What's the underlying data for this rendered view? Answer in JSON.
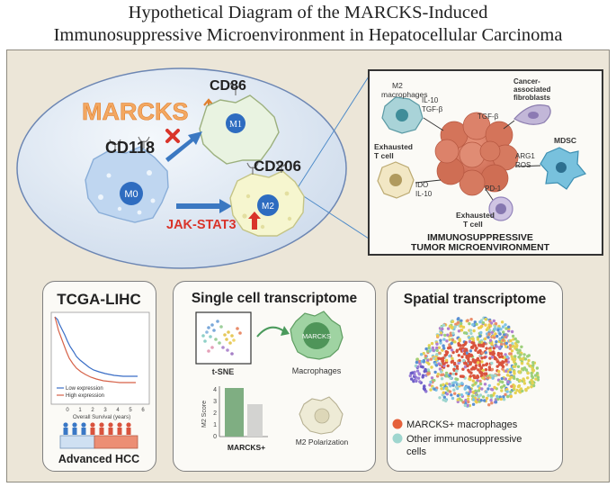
{
  "title_line1": "Hypothetical Diagram of the MARCKS-Induced",
  "title_line2": "Immunosuppressive Microenvironment in Hepatocellular Carcinoma",
  "top": {
    "marcks_label": "MARCKS",
    "cd86": "CD86",
    "cd118": "CD118",
    "cd206": "CD206",
    "m0": "M0",
    "m1": "M1",
    "m2": "M2",
    "jak_stat3": "JAK-STAT3"
  },
  "tme": {
    "m2_macrophages": [
      "M2",
      "macrophages"
    ],
    "caf": [
      "Cancer-",
      "associated",
      "fibroblasts"
    ],
    "il10_tgfb": [
      "IL-10",
      "TGF-β"
    ],
    "tgfb": "TGF-β",
    "exhausted_t_cell_left": [
      "Exhausted",
      "T cell"
    ],
    "mdsc": "MDSC",
    "arg1_ros": [
      "ARG1",
      "ROS"
    ],
    "ido_il10": [
      "IDO",
      "IL-10"
    ],
    "pd1": "PD-1",
    "exhausted_t_cell_bottom": [
      "Exhausted",
      "T cell"
    ],
    "caption": [
      "IMMUNOSUPPRESSIVE",
      "TUMOR MICROENVIRONMENT"
    ]
  },
  "tcga": {
    "title": "TCGA-LIHC",
    "legend_low": "Low expression",
    "legend_high": "High expression",
    "x_ticks": [
      "0",
      "1",
      "2",
      "3",
      "4",
      "5",
      "6"
    ],
    "xlabel": "Overall Survival (years)",
    "footer": "Advanced HCC"
  },
  "single_cell": {
    "title": "Single cell transcriptome",
    "tsne": "t-SNE",
    "marcks_cell": "MARCKS",
    "macrophages": "Macrophages",
    "y_ticks": [
      "4",
      "3",
      "2",
      "1",
      "0"
    ],
    "ylabel": "M2 Score",
    "bar_label": "MARCKS+",
    "m2_polarization": "M2 Polarization",
    "colors": {
      "marcks_bar": "#7fae82",
      "other_bar": "#d3d3d1"
    }
  },
  "spatial": {
    "title": "Spatial transcriptome",
    "legend1": "MARCKS+ macrophages",
    "legend2_line1": "Other immunosuppressive",
    "legend2_line2": "cells",
    "colors": {
      "marcks": "#e5603a",
      "other": "#9fd6cf"
    }
  }
}
